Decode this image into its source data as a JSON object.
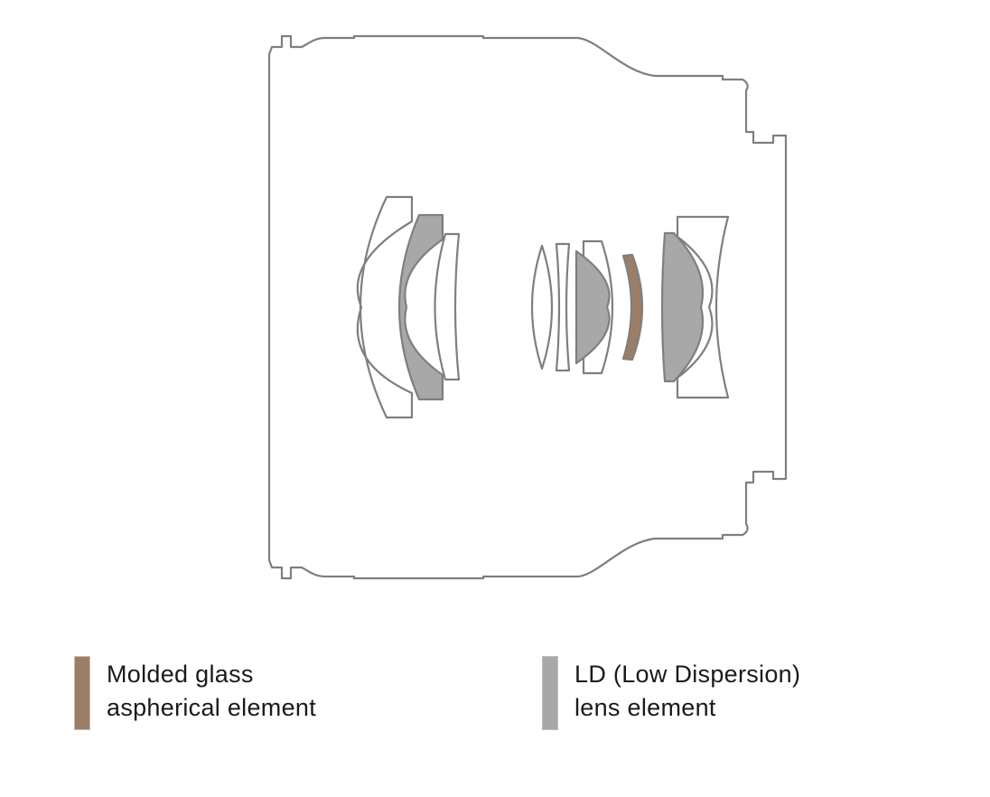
{
  "colors": {
    "outline": "#7f7f7f",
    "aspherical": "#9c7e66",
    "ld": "#a8a8a8",
    "background": "#ffffff"
  },
  "legend": [
    {
      "key": "aspherical",
      "line1": "Molded glass",
      "line2": "aspherical element",
      "color": "#9c7e66"
    },
    {
      "key": "ld",
      "line1": "LD (Low Dispersion)",
      "line2": "lens element",
      "color": "#a8a8a8"
    }
  ]
}
